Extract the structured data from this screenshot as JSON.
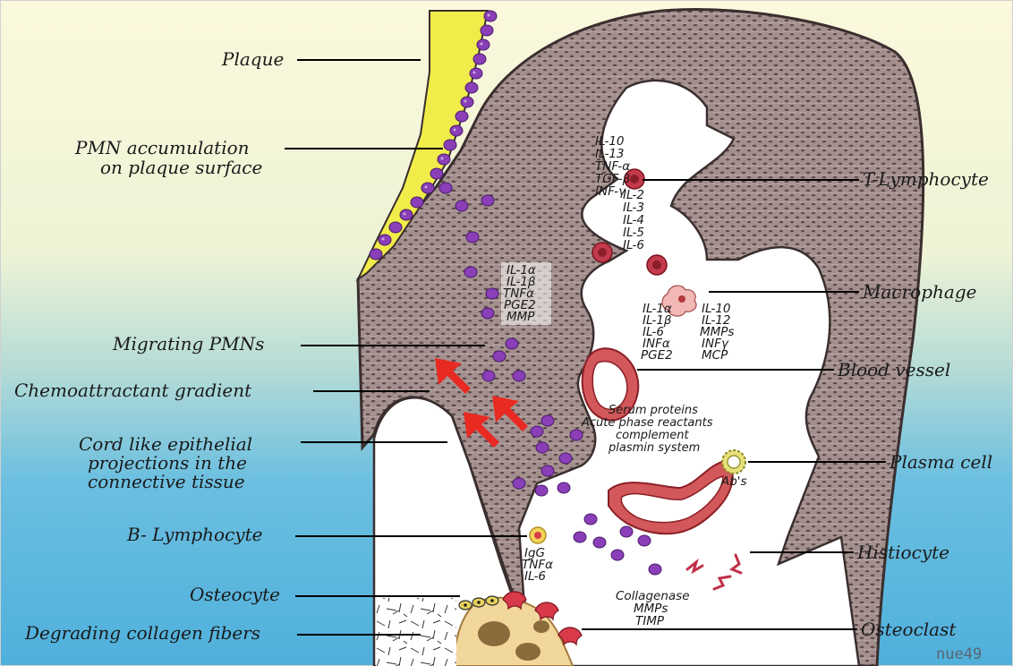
{
  "colors": {
    "background_top": "#fbf8dd",
    "background_bottom": "#56b4de",
    "tissue": "#a3908e",
    "plaque": "#f0ec4a",
    "pmn": "#8a3fb8",
    "blood_vessel": "#d2585c",
    "arrow": "#e82a23",
    "bone": "#f2d79c",
    "osteoclast": "#d83a4a"
  },
  "labels": {
    "plaque": "Plaque",
    "pmn_accumulation_1": "PMN accumulation",
    "pmn_accumulation_2": "on plaque surface",
    "migrating_pmns": "Migrating PMNs",
    "chemoattractant": "Chemoattractant gradient",
    "cord_1": "Cord like epithelial",
    "cord_2": "projections in the",
    "cord_3": "connective tissue",
    "b_lymphocyte": "B- Lymphocyte",
    "osteocyte": "Osteocyte",
    "degrading": "Degrading collagen fibers",
    "t_lymphocyte": "T-Lymphocyte",
    "macrophage": "Macrophage",
    "blood_vessel": "Blood vessel",
    "plasma_cell": "Plasma cell",
    "histiocyte": "Histiocyte",
    "osteoclast": "Osteoclast"
  },
  "cytokines": {
    "t_top": [
      "IL-10",
      "IL-13",
      "TNF-α",
      "TGF-β",
      "INF-γ"
    ],
    "t_bottom": [
      "IL-2",
      "IL-3",
      "IL-4",
      "IL-5",
      "IL-6"
    ],
    "pmn_box": [
      "IL-1α",
      "IL-1β",
      "TNFα",
      "PGE2",
      "MMP"
    ],
    "macrophage_left": [
      "IL-1α",
      "IL-1β",
      "IL-6",
      "INFα",
      "PGE2"
    ],
    "macrophage_right": [
      "IL-10",
      "IL-12",
      "MMPs",
      "INFγ",
      "MCP"
    ],
    "serum": [
      "Serum proteins",
      "Acute phase reactants",
      "complement",
      "plasmin system"
    ],
    "plasma_ab": "Ab's",
    "b_cell": [
      "IgG",
      "TNFα",
      "IL-6"
    ],
    "collagenase": [
      "Collagenase",
      "MMPs",
      "TIMP"
    ]
  },
  "signature": "nue49"
}
